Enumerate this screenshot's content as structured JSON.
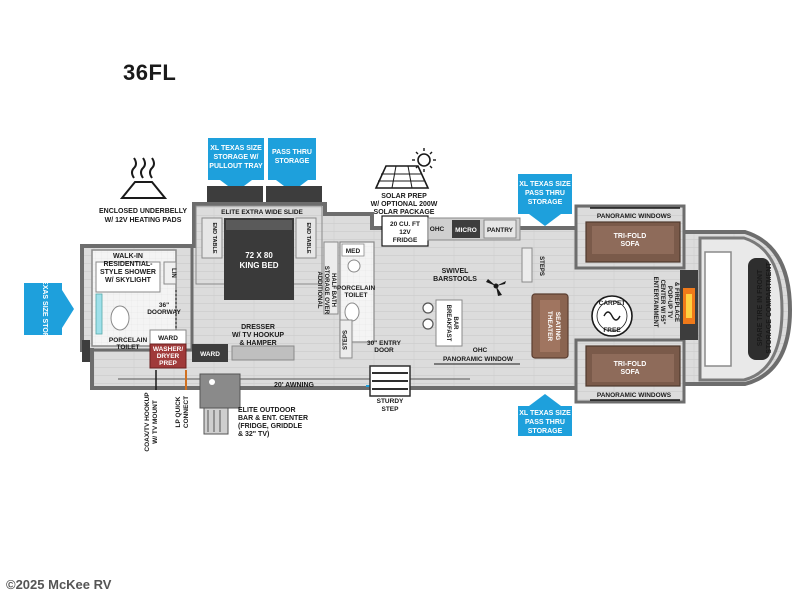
{
  "model": "36FL",
  "footer": "©2025 McKee RV",
  "callouts": {
    "xl_storage_pullout": [
      "XL TEXAS SIZE",
      "STORAGE W/",
      "PULLOUT TRAY"
    ],
    "pass_thru_storage": [
      "PASS THRU",
      "STORAGE"
    ],
    "xl_pass_thru_top": [
      "XL TEXAS SIZE",
      "PASS THRU",
      "STORAGE"
    ],
    "xl_pass_thru_bottom": [
      "XL TEXAS SIZE",
      "PASS THRU",
      "STORAGE"
    ],
    "xl_side_storage": "XL TEXAS SIZE STORAGE"
  },
  "labels": {
    "heating_pads": [
      "ENCLOSED UNDERBELLY",
      "W/ 12V HEATING PADS"
    ],
    "solar": [
      "SOLAR PREP",
      "W/ OPTIONAL 200W",
      "SOLAR PACKAGE"
    ],
    "shower": [
      "WALK-IN",
      "RESIDENTIAL-",
      "STYLE SHOWER",
      "W/ SKYLIGHT"
    ],
    "lin": "LIN",
    "doorway": [
      "36\"",
      "DOORWAY"
    ],
    "porcelain_toilet_left": [
      "PORCELAIN",
      "TOILET"
    ],
    "ward_top": "WARD",
    "washer_dryer": [
      "WASHER/",
      "DRYER",
      "PREP"
    ],
    "ward_right": "WARD",
    "elite_side": "ELITE EXTRA WIDE SLIDE",
    "end_table_left": "END TABLE",
    "end_table_right": "END TABLE",
    "king_bed": [
      "72 X 80",
      "KING BED"
    ],
    "dresser": [
      "DRESSER",
      "W/ TV HOOKUP",
      "& HAMPER"
    ],
    "half_bath_storage": [
      "ADDITIONAL",
      "STORAGE OVER",
      "HALF BATH"
    ],
    "med": "MED",
    "porcelain_toilet_right": [
      "PORCELAIN",
      "TOILET"
    ],
    "steps_left": "STEPS",
    "entry_door": [
      "30\" ENTRY",
      "DOOR"
    ],
    "fridge": [
      "20 CU. FT",
      "12V",
      "FRIDGE"
    ],
    "ohc_top": "OHC",
    "micro": "MICRO",
    "pantry": "PANTRY",
    "swivel": [
      "SWIVEL",
      "BARSTOOLS"
    ],
    "breakfast_bar": [
      "BREAKFAST",
      "BAR"
    ],
    "ohc_bottom": "OHC",
    "panoramic_bottom_mid": "PANORAMIC WINDOW",
    "steps_right": "STEPS",
    "theater": [
      "THEATER",
      "SEATING"
    ],
    "carpet_free": [
      "CARPET",
      "FREE"
    ],
    "panoramic_top": "PANORAMIC WINDOWS",
    "trifold_top": [
      "TRI-FOLD",
      "SOFA"
    ],
    "entertainment": [
      "ENTERTAINMENT",
      "CENTER W/ 55\"",
      "POP-UP TV",
      "& FIREPLACE"
    ],
    "trifold_bottom": [
      "TRI-FOLD",
      "SOFA"
    ],
    "panoramic_bottom": "PANORAMIC WINDOWS",
    "spare_tire": [
      "SPARE TIRE IN FRONT",
      "STORAGE COMPARTMENT"
    ],
    "awning": "20' AWNING",
    "sturdy_step": [
      "STURDY",
      "STEP"
    ],
    "outdoor_center": [
      "ELITE OUTDOOR",
      "BAR & ENT. CENTER",
      "(FRIDGE, GRIDDLE",
      "& 32\" TV)"
    ],
    "lp_connect": [
      "LP QUICK",
      "CONNECT"
    ],
    "coax": [
      "COAX/TV HOOKUP",
      "W/ TV MOUNT"
    ]
  },
  "colors": {
    "callout_blue": "#1ea0dc",
    "wall": "#8a8a8a",
    "floor": "#d9d9d9",
    "bed": "#3a3a3a",
    "sofa": "#7a5a4a",
    "theater": "#8a6450",
    "washer_dryer": "#a03a3a",
    "counter": "#bfbfbf"
  },
  "icons": [
    "heat-icon",
    "solar-panel-icon",
    "sun-icon",
    "ceiling-fan-icon",
    "fireplace-icon",
    "carpet-free-badge"
  ]
}
